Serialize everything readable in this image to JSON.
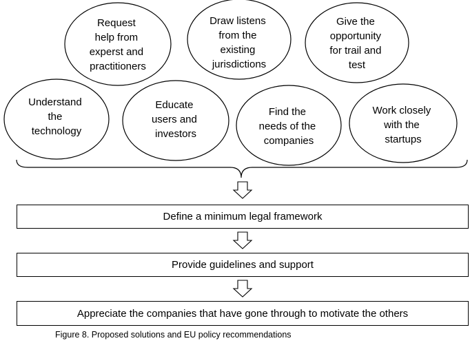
{
  "ellipses": [
    {
      "lines": [
        "Request",
        "help from",
        "experst and",
        "practitioners"
      ]
    },
    {
      "lines": [
        "Draw listens",
        "from the",
        "existing",
        "jurisdictions"
      ]
    },
    {
      "lines": [
        "Give the",
        "opportunity",
        "for trail and",
        "test"
      ]
    },
    {
      "lines": [
        "Understand",
        "the",
        "technology"
      ]
    },
    {
      "lines": [
        "Educate",
        "users and",
        "investors"
      ]
    },
    {
      "lines": [
        "Find the",
        "needs of the",
        "companies"
      ]
    },
    {
      "lines": [
        "Work closely",
        "with the",
        "startups"
      ]
    }
  ],
  "steps": [
    "Define a minimum legal framework",
    "Provide guidelines and support",
    "Appreciate the companies that have gone through to motivate the others"
  ],
  "caption": "Figure 8. Proposed solutions and EU policy recommendations"
}
